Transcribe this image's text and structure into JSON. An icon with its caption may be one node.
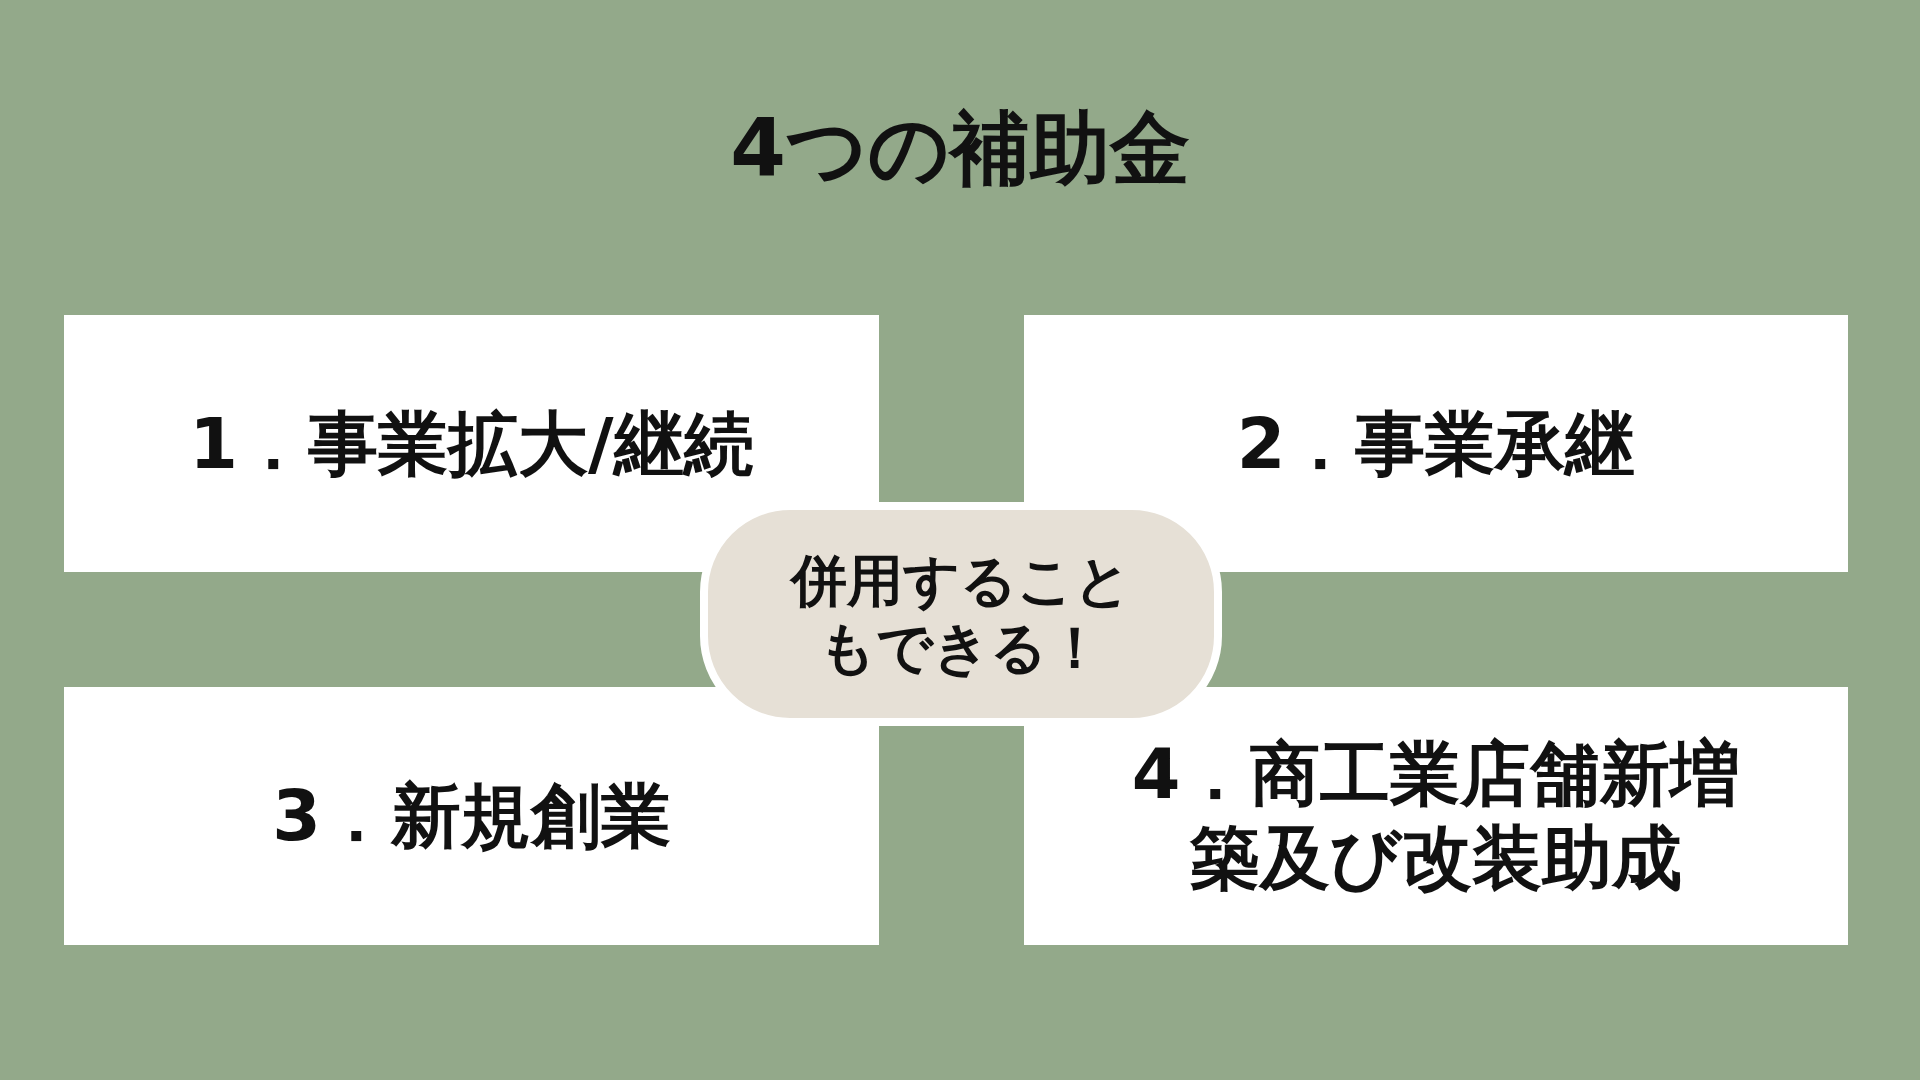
{
  "diagram": {
    "title": "4つの補助金",
    "nodes": [
      {
        "text": [
          "1．事業拡大/継続"
        ]
      },
      {
        "text": [
          "2．事業承継"
        ]
      },
      {
        "text": [
          "3．新規創業"
        ]
      },
      {
        "text": [
          "4．商工業店舗新増築及び改装助成"
        ]
      },
      {
        "text": [
          "併用することもできる！"
        ]
      }
    ]
  }
}
